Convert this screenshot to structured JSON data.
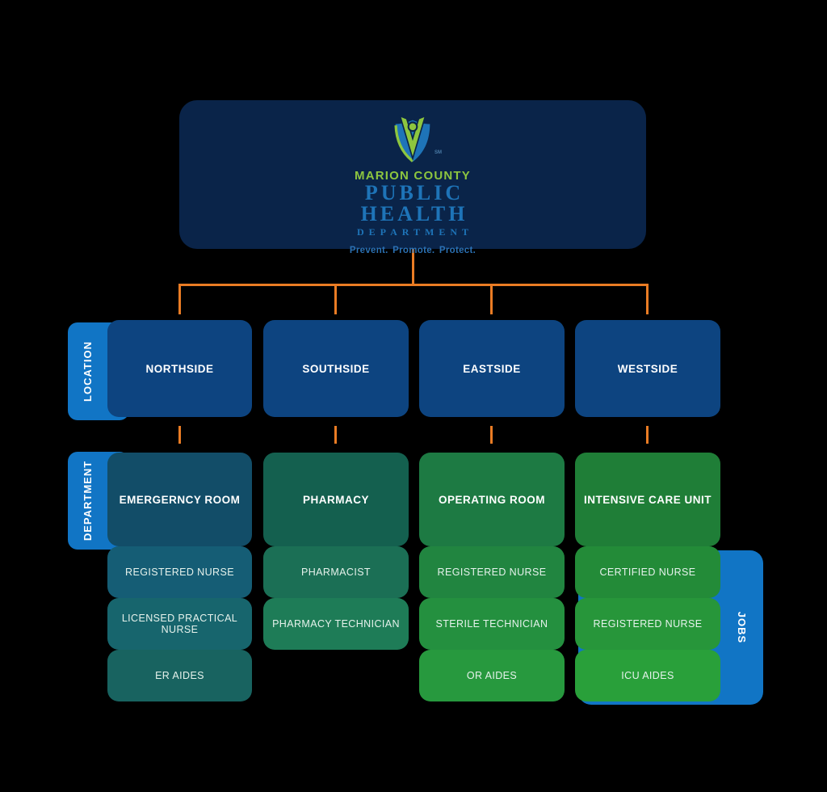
{
  "colors": {
    "background": "#000000",
    "header_card": "#0a2449",
    "location_box": "#0d4480",
    "tab_blue": "#1175c5",
    "connector": "#ea7c24",
    "logo_green": "#8dc63f",
    "logo_blue": "#1e74b8",
    "tagline_blue": "#2b71b4",
    "header_text": "#ffffff",
    "job_text": "#e6f2ec"
  },
  "org": {
    "name_line1": "MARION COUNTY",
    "name_line2": "PUBLIC",
    "name_line3": "HEALTH",
    "name_line4": "DEPARTMENT",
    "tagline": "Prevent. Promote. Protect.",
    "trademark": "SM"
  },
  "tabs": {
    "location": "LOCATION",
    "department": "DEPARTMENT",
    "jobs": "JOBS"
  },
  "locations": [
    {
      "label": "NORTHSIDE"
    },
    {
      "label": "SOUTHSIDE"
    },
    {
      "label": "EASTSIDE"
    },
    {
      "label": "WESTSIDE"
    }
  ],
  "departments": [
    {
      "name": "EMERGERNCY ROOM",
      "bg": "#124d68",
      "jobs": [
        {
          "label": "REGISTERED NURSE",
          "bg": "#155d75"
        },
        {
          "label": "LICENSED PRACTICAL NURSE",
          "bg": "#17656d"
        },
        {
          "label": "ER AIDES",
          "bg": "#186360"
        }
      ]
    },
    {
      "name": "PHARMACY",
      "bg": "#14604f",
      "jobs": [
        {
          "label": "PHARMACIST",
          "bg": "#1b6f55"
        },
        {
          "label": "PHARMACY TECHNICIAN",
          "bg": "#1e7c57"
        }
      ]
    },
    {
      "name": "OPERATING ROOM",
      "bg": "#1d7a43",
      "jobs": [
        {
          "label": "REGISTERED NURSE",
          "bg": "#218540"
        },
        {
          "label": "STERILE TECHNICIAN",
          "bg": "#24903f"
        },
        {
          "label": "OR AIDES",
          "bg": "#27993e"
        }
      ]
    },
    {
      "name": "INTENSIVE CARE UNIT",
      "bg": "#1f7e37",
      "jobs": [
        {
          "label": "CERTIFIED NURSE",
          "bg": "#238b38"
        },
        {
          "label": "REGISTERED NURSE",
          "bg": "#27963a"
        },
        {
          "label": "ICU AIDES",
          "bg": "#29a03a"
        }
      ]
    }
  ]
}
